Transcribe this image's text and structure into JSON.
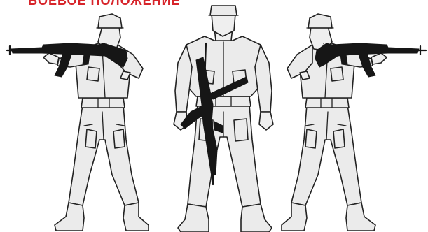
{
  "title": "БОЕВОЕ ПОЛОЖЕНИЕ",
  "colors": {
    "title": "#d7252b",
    "uniform": "#ebebeb",
    "outline": "#222222",
    "weapon": "#161616"
  },
  "figures": [
    {
      "name": "soldier-aiming-left",
      "icon": "soldier-aiming-rifle-left"
    },
    {
      "name": "soldier-front-rifle-slung",
      "icon": "soldier-front-rifle-slung"
    },
    {
      "name": "soldier-aiming-right",
      "icon": "soldier-aiming-rifle-right"
    }
  ]
}
